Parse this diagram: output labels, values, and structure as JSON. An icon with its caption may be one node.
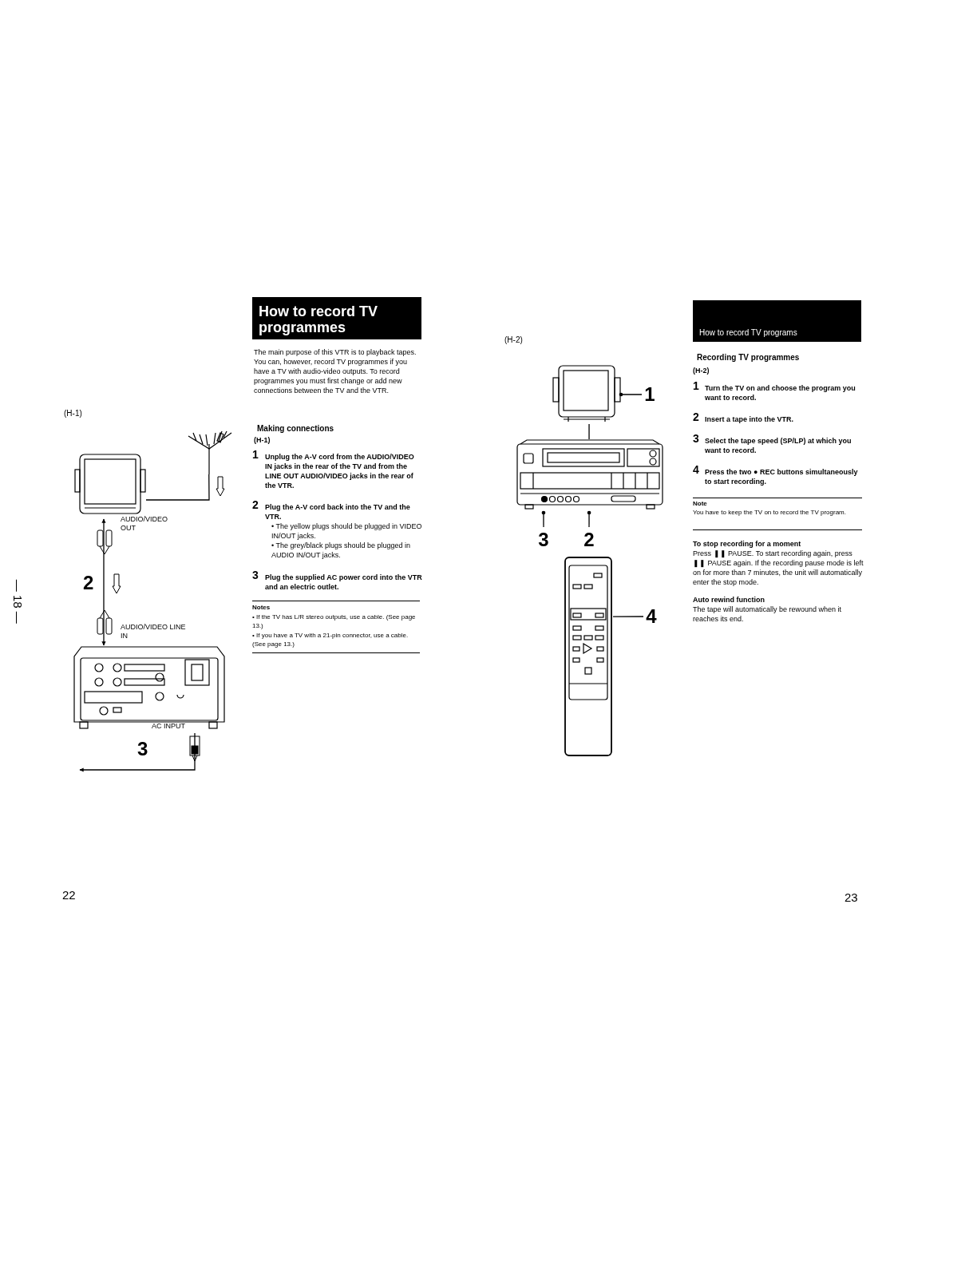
{
  "diagram": {
    "nodes": [
      {
        "text": [
          "How to record TV programmes"
        ]
      },
      {
        "text": [
          "How to record TV programs"
        ]
      },
      {
        "text": [],
        "shape": "picture"
      },
      {
        "text": [],
        "shape": "picture"
      },
      {
        "text": [],
        "shape": "picture"
      },
      {
        "text": [],
        "shape": "picture"
      },
      {
        "text": [],
        "shape": "picture"
      },
      {
        "text": [],
        "shape": "picture"
      },
      {
        "text": [
          "1"
        ]
      },
      {
        "text": [
          "3"
        ]
      },
      {
        "text": [
          "2"
        ]
      },
      {
        "text": [
          "4"
        ]
      }
    ],
    "edges": [
      {
        "from": 2,
        "to": 3,
        "arrow": "none"
      },
      {
        "from": 3,
        "to": 4,
        "arrow": "both",
        "label": "2"
      },
      {
        "from": 4,
        "to": null,
        "arrow": "to",
        "label": "3"
      },
      {
        "from": 8,
        "to": 5,
        "arrow": "other"
      },
      {
        "from": 5,
        "to": 6,
        "arrow": "none"
      },
      {
        "from": 10,
        "to": 6,
        "arrow": "other"
      },
      {
        "from": 9,
        "to": 6,
        "arrow": "other"
      },
      {
        "from": 11,
        "to": 7,
        "arrow": "none"
      }
    ],
    "labels": [
      "— 18 —",
      "(H-1)",
      "AUDIO/VIDEO OUT",
      "AUDIO/VIDEO LINE IN",
      "AC INPUT",
      "The main purpose of this VTR is to playback tapes. You can, however, record TV programmes if you have a TV with audio-video outputs. To record programmes you must first change or add new connections between the TV and the VTR.",
      "Making connections",
      "(H-1)",
      "1",
      "Unplug the A-V cord from the AUDIO/VIDEO IN jacks in the rear of the TV and from the LINE OUT AUDIO/VIDEO jacks in the rear of the VTR.",
      "2",
      "Plug the A-V cord back into the TV and the VTR.",
      "• The yellow plugs should be plugged in VIDEO IN/OUT jacks.",
      "• The grey/black plugs should be plugged in AUDIO IN/OUT jacks.",
      "3",
      "Plug the supplied AC power cord into the VTR and an electric outlet.",
      "Notes",
      "• If the TV has L/R stereo outputs, use a cable. (See page 13.)",
      "• If you have a TV with a 21-pin connector, use a cable. (See page 13.)",
      "(H-2)",
      "Recording TV programmes",
      "(H-2)",
      "1",
      "Turn the TV on and choose the program you want to record.",
      "2",
      "Insert a tape into the VTR.",
      "3",
      "Select the tape speed (SP/LP) at which you want to record.",
      "4",
      "Press the two ● REC buttons simultaneously to start recording.",
      "Note",
      "You have to keep the TV on to record the TV program.",
      "To stop recording for a moment",
      "Press ❚❚ PAUSE. To start recording again, press ❚❚ PAUSE again. If the recording pause mode is left on for more than 7 minutes, the unit will automatically enter the stop mode.",
      "Auto rewind function",
      "The tape will automatically be rewound when it reaches its end.",
      "22",
      "23"
    ]
  }
}
